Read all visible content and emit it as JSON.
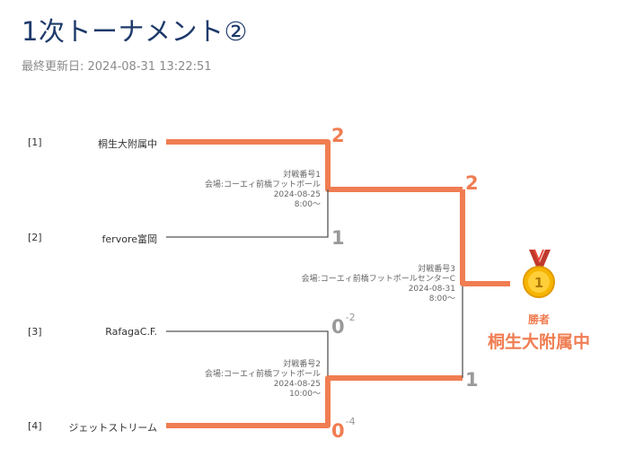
{
  "page": {
    "title": "1次トーナメント②",
    "updated": "最終更新日: 2024-08-31 13:22:51"
  },
  "teams": [
    {
      "seed": "[1]",
      "name": "桐生大附属中"
    },
    {
      "seed": "[2]",
      "name": "fervore富岡"
    },
    {
      "seed": "[3]",
      "name": "RafagaC.F."
    },
    {
      "seed": "[4]",
      "name": "ジェットストリーム"
    }
  ],
  "matches": {
    "m1": {
      "label": "対戦番号1",
      "venue": "会場:コーエィ前橋フットボール",
      "date": "2024-08-25",
      "time": "8:00〜",
      "score_top": "2",
      "score_bottom": "1"
    },
    "m2": {
      "label": "対戦番号2",
      "venue": "会場:コーエィ前橋フットボール",
      "date": "2024-08-25",
      "time": "10:00〜",
      "score_top": "0",
      "pk_top": "-2",
      "score_bottom": "0",
      "pk_bottom": "-4"
    },
    "m3": {
      "label": "対戦番号3",
      "venue": "会場:コーエィ前橋フットボールセンターC",
      "date": "2024-08-31",
      "time": "8:00〜",
      "score_top": "2",
      "score_bottom": "1"
    }
  },
  "champion": {
    "label": "勝者",
    "name": "桐生大附属中",
    "medal_number": "1"
  },
  "colors": {
    "winner_line": "#f07d52",
    "loser_line": "#555555",
    "title": "#1e3a6b",
    "medal_gold": "#f6b500",
    "ribbon": "#c0392b"
  }
}
